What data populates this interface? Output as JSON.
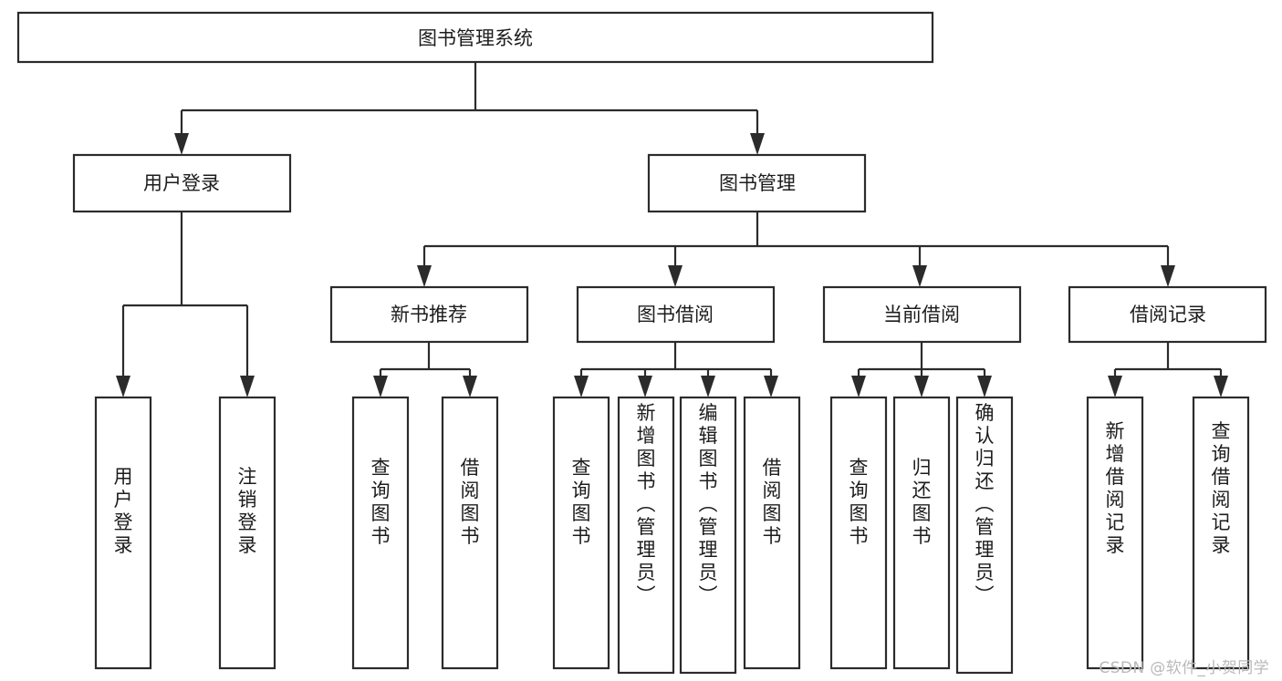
{
  "diagram": {
    "title": "图书管理系统",
    "type": "hierarchy-tree",
    "colors": {
      "box_stroke": "#2b2b2b",
      "box_fill": "#ffffff",
      "text": "#1c1c1c",
      "background": "#ffffff",
      "watermark": "#b9b9b9"
    },
    "root": {
      "label": "图书管理系统"
    },
    "level2": [
      {
        "label": "用户登录"
      },
      {
        "label": "图书管理"
      }
    ],
    "level3": [
      {
        "label": "新书推荐"
      },
      {
        "label": "图书借阅"
      },
      {
        "label": "当前借阅"
      },
      {
        "label": "借阅记录"
      }
    ],
    "leaves": {
      "user_login": [
        {
          "label": "用户登录"
        },
        {
          "label": "注销登录"
        }
      ],
      "new_book_recommend": [
        {
          "label": "查询图书"
        },
        {
          "label": "借阅图书"
        }
      ],
      "book_borrow": [
        {
          "label": "查询图书"
        },
        {
          "label": "新增图书（管理员）"
        },
        {
          "label": "编辑图书（管理员）"
        },
        {
          "label": "借阅图书"
        }
      ],
      "current_borrow": [
        {
          "label": "查询图书"
        },
        {
          "label": "归还图书"
        },
        {
          "label": "确认归还（管理员）"
        }
      ],
      "borrow_record": [
        {
          "label": "新增借阅记录"
        },
        {
          "label": "查询借阅记录"
        }
      ]
    }
  },
  "watermark": {
    "text": "CSDN @软件_小贺同学"
  }
}
